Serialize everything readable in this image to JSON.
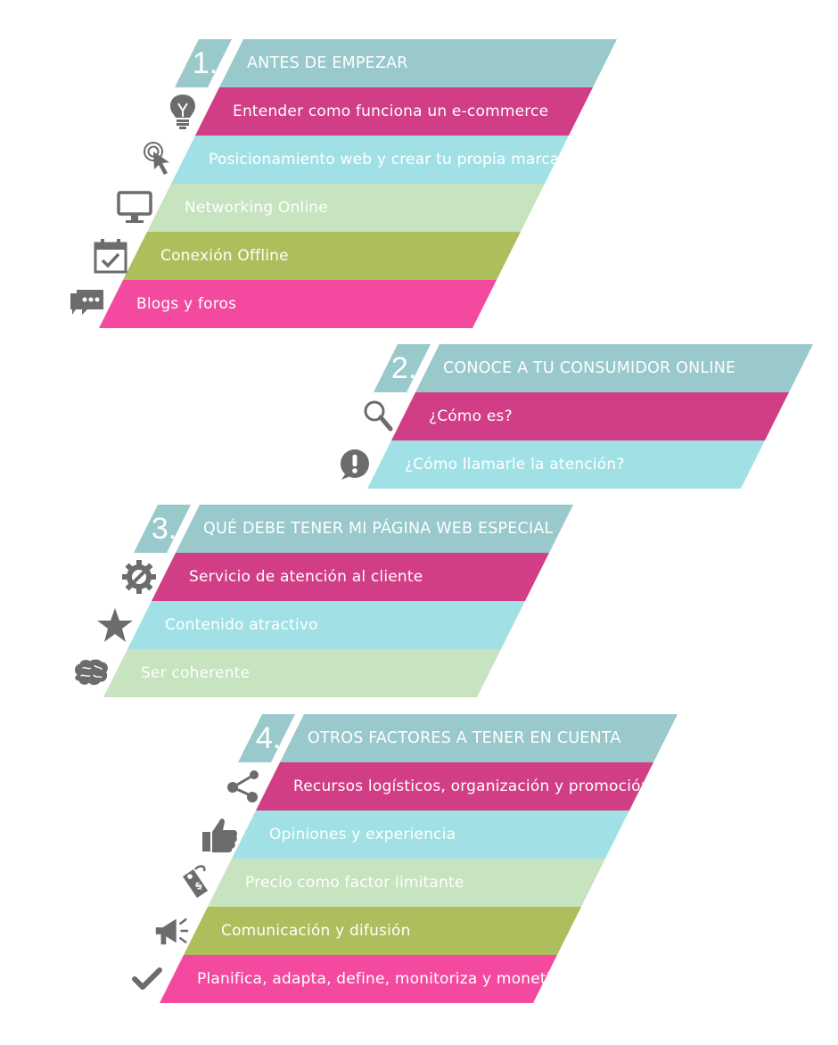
{
  "colors": {
    "teal_header": "#99c9cb",
    "magenta": "#d13e85",
    "cyan": "#a1e1e6",
    "light_green": "#c7e3c0",
    "olive_green": "#adbf5c",
    "pink": "#f34a9f",
    "icon_gray": "#6c6c6e"
  },
  "sections": [
    {
      "number": "1.",
      "title": "ANTES DE EMPEZAR",
      "items": [
        {
          "label": "Entender como funciona un e-commerce",
          "icon": "lightbulb-icon",
          "color": "magenta"
        },
        {
          "label": "Posicionamiento web y crear tu propia marca",
          "icon": "cursor-click-icon",
          "color": "cyan"
        },
        {
          "label": "Networking Online",
          "icon": "monitor-icon",
          "color": "light_green"
        },
        {
          "label": "Conexión Offline",
          "icon": "calendar-check-icon",
          "color": "olive_green"
        },
        {
          "label": "Blogs y foros",
          "icon": "chat-bubbles-icon",
          "color": "pink"
        }
      ]
    },
    {
      "number": "2.",
      "title": "CONOCE A TU CONSUMIDOR ONLINE",
      "items": [
        {
          "label": "¿Cómo es?",
          "icon": "magnifier-icon",
          "color": "magenta"
        },
        {
          "label": "¿Cómo llamarle la atención?",
          "icon": "exclamation-bubble-icon",
          "color": "cyan"
        }
      ]
    },
    {
      "number": "3.",
      "title": "QUÉ DEBE TENER MI PÁGINA WEB ESPECIAL",
      "items": [
        {
          "label": "Servicio de atención al cliente",
          "icon": "gear-wrench-icon",
          "color": "magenta"
        },
        {
          "label": "Contenido atractivo",
          "icon": "star-icon",
          "color": "cyan"
        },
        {
          "label": "Ser coherente",
          "icon": "brain-icon",
          "color": "light_green"
        }
      ]
    },
    {
      "number": "4.",
      "title": "OTROS FACTORES A TENER EN CUENTA",
      "items": [
        {
          "label": "Recursos logísticos, organización y promoción",
          "icon": "share-nodes-icon",
          "color": "magenta"
        },
        {
          "label": "Opiniones y experiencia",
          "icon": "thumbs-up-icon",
          "color": "cyan"
        },
        {
          "label": "Precio como factor limitante",
          "icon": "price-tag-icon",
          "color": "light_green"
        },
        {
          "label": "Comunicación y difusión",
          "icon": "megaphone-icon",
          "color": "olive_green"
        },
        {
          "label": "Planifica, adapta, define, monitoriza y monetiza",
          "icon": "checkmark-icon",
          "color": "pink"
        }
      ]
    }
  ]
}
